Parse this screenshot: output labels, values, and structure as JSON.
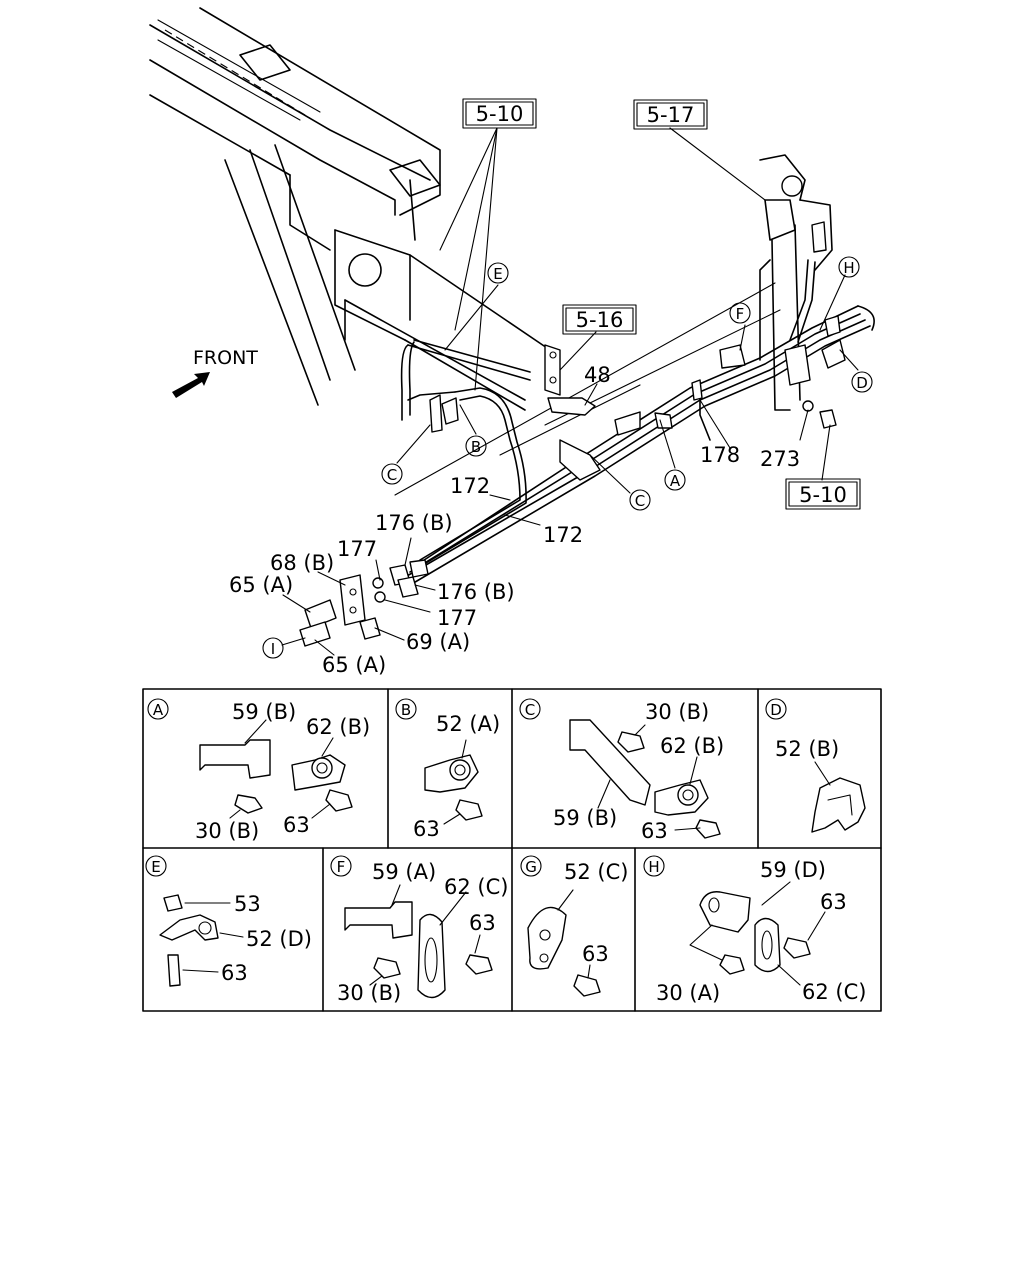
{
  "front_label": "FRONT",
  "ref_boxes": {
    "r1": "5-10",
    "r2": "5-17",
    "r3": "5-16",
    "r4": "5-10"
  },
  "circles": {
    "E": "E",
    "F": "F",
    "H": "H",
    "D": "D",
    "A": "A",
    "C": "C",
    "B": "B",
    "C2": "C",
    "I": "I"
  },
  "main_labels": {
    "p48": "48",
    "p178": "178",
    "p273": "273",
    "p172a": "172",
    "p172b": "172",
    "p176b1": "176 (B)",
    "p176b2": "176 (B)",
    "p177a": "177",
    "p177b": "177",
    "p68b": "68 (B)",
    "p65a1": "65 (A)",
    "p65a2": "65 (A)",
    "p69a": "69 (A)"
  },
  "details": {
    "A": {
      "tag": "A",
      "l1": "59 (B)",
      "l2": "62 (B)",
      "l3": "30 (B)",
      "l4": "63"
    },
    "B": {
      "tag": "B",
      "l1": "52 (A)",
      "l2": "63"
    },
    "C": {
      "tag": "C",
      "l1": "30 (B)",
      "l2": "62 (B)",
      "l3": "59 (B)",
      "l4": "63"
    },
    "D": {
      "tag": "D",
      "l1": "52 (B)"
    },
    "E": {
      "tag": "E",
      "l1": "53",
      "l2": "52 (D)",
      "l3": "63"
    },
    "F": {
      "tag": "F",
      "l1": "59 (A)",
      "l2": "62 (C)",
      "l3": "63",
      "l4": "30 (B)"
    },
    "G": {
      "tag": "G",
      "l1": "52 (C)",
      "l2": "63"
    },
    "H": {
      "tag": "H",
      "l1": "59 (D)",
      "l2": "63",
      "l3": "30 (A)",
      "l4": "62 (C)"
    }
  }
}
